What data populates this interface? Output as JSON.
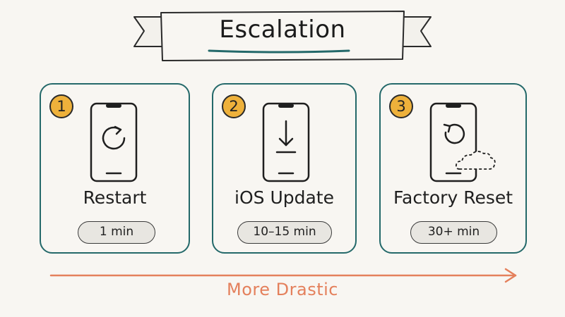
{
  "title": "Escalation",
  "steps": [
    {
      "number": "1",
      "label": "Restart",
      "time": "1 min",
      "icon": "restart-icon"
    },
    {
      "number": "2",
      "label": "iOS Update",
      "time": "10–15 min",
      "icon": "download-icon"
    },
    {
      "number": "3",
      "label": "Factory Reset",
      "time": "30+ min",
      "icon": "reset-cloud-icon"
    }
  ],
  "footer_label": "More Drastic",
  "colors": {
    "card_border": "#24696a",
    "badge": "#eeb13b",
    "arrow": "#e4805c",
    "pill": "#e8e6e1"
  }
}
